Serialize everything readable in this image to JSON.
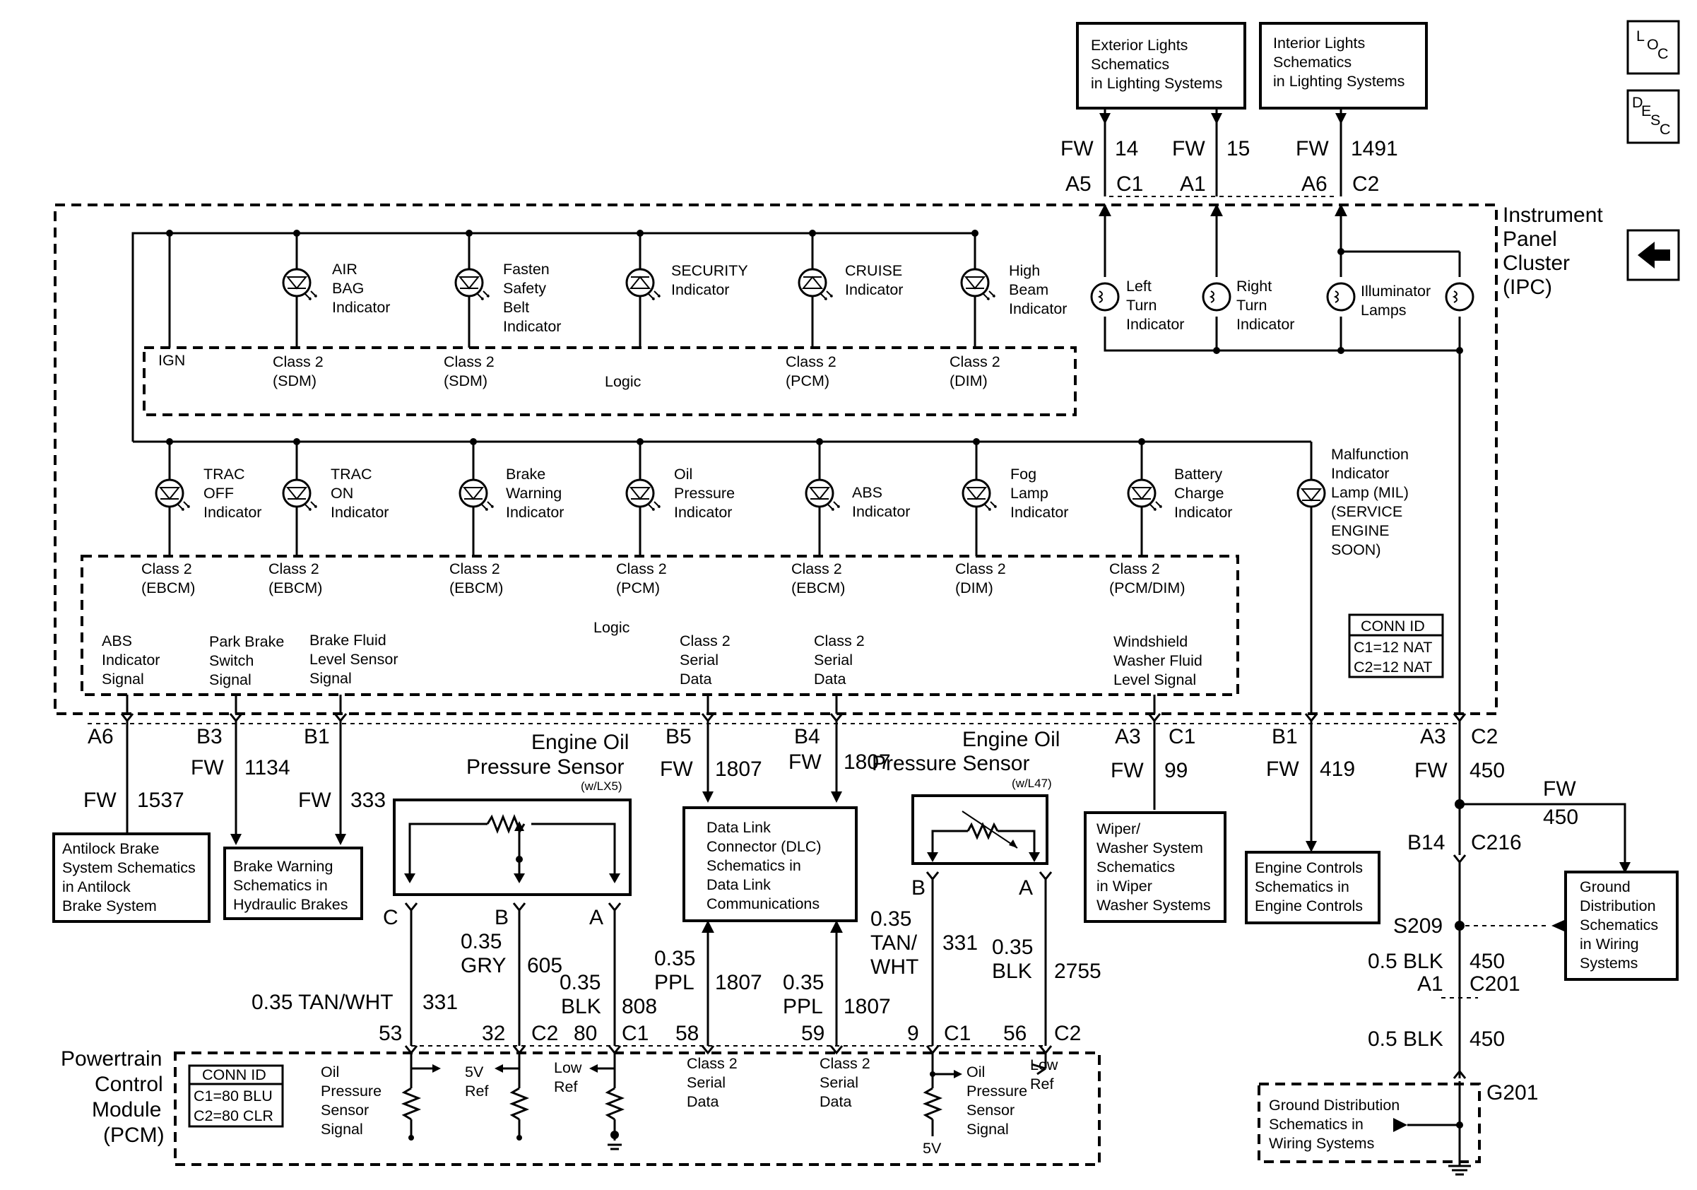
{
  "nav": {
    "loc": "LOC",
    "desc": "DESC",
    "back": "←"
  },
  "ipc": {
    "title": [
      "Instrument",
      "Panel",
      "Cluster",
      "(IPC)"
    ],
    "conn": {
      "header": "CONN ID",
      "c1": "C1=12 NAT",
      "c2": "C2=12 NAT"
    }
  },
  "refs": {
    "exterior": [
      "Exterior Lights",
      "Schematics",
      "in Lighting Systems"
    ],
    "interior": [
      "Interior Lights",
      "Schematics",
      "in Lighting Systems"
    ],
    "abs": [
      "Antilock Brake",
      "System Schematics",
      "in Antilock",
      "Brake System"
    ],
    "brake": [
      "Brake Warning",
      "Schematics in",
      "Hydraulic Brakes"
    ],
    "dlc": [
      "Data Link",
      "Connector (DLC)",
      "Schematics in",
      "Data Link",
      "Communications"
    ],
    "wiper": [
      "Wiper/",
      "Washer System",
      "Schematics",
      "in Wiper",
      "Washer Systems"
    ],
    "engine": [
      "Engine Controls",
      "Schematics in",
      "Engine Controls"
    ],
    "ground1": [
      "Ground",
      "Distribution",
      "Schematics",
      "in Wiring",
      "Systems"
    ],
    "ground2": [
      "Ground Distribution",
      "Schematics in",
      "Wiring Systems"
    ]
  },
  "upper_indicators": {
    "airbag": [
      "AIR",
      "BAG",
      "Indicator"
    ],
    "seatbelt": [
      "Fasten",
      "Safety",
      "Belt",
      "Indicator"
    ],
    "security": [
      "SECURITY",
      "Indicator"
    ],
    "cruise": [
      "CRUISE",
      "Indicator"
    ],
    "highbeam": [
      "High",
      "Beam",
      "Indicator"
    ]
  },
  "upper_logic": {
    "ign": "IGN",
    "c2_sdm1": [
      "Class 2",
      "(SDM)"
    ],
    "c2_sdm2": [
      "Class 2",
      "(SDM)"
    ],
    "logic": "Logic",
    "c2_pcm": [
      "Class 2",
      "(PCM)"
    ],
    "c2_dim": [
      "Class 2",
      "(DIM)"
    ]
  },
  "lamps": {
    "left": [
      "Left",
      "Turn",
      "Indicator"
    ],
    "right": [
      "Right",
      "Turn",
      "Indicator"
    ],
    "illum": [
      "Illuminator",
      "Lamps"
    ]
  },
  "lower_indicators": {
    "tracoff": [
      "TRAC",
      "OFF",
      "Indicator"
    ],
    "tracon": [
      "TRAC",
      "ON",
      "Indicator"
    ],
    "brakewarn": [
      "Brake",
      "Warning",
      "Indicator"
    ],
    "oilpress": [
      "Oil",
      "Pressure",
      "Indicator"
    ],
    "abs": [
      "ABS",
      "Indicator"
    ],
    "foglamp": [
      "Fog",
      "Lamp",
      "Indicator"
    ],
    "battery": [
      "Battery",
      "Charge",
      "Indicator"
    ],
    "mil": [
      "Malfunction",
      "Indicator",
      "Lamp (MIL)",
      "(SERVICE",
      "ENGINE",
      "SOON)"
    ]
  },
  "lower_logic": {
    "l1": [
      "Class 2",
      "(EBCM)"
    ],
    "l2": [
      "Class 2",
      "(EBCM)"
    ],
    "l3": [
      "Class 2",
      "(EBCM)"
    ],
    "l4": [
      "Class 2",
      "(PCM)"
    ],
    "l5": [
      "Class 2",
      "(EBCM)"
    ],
    "l6": [
      "Class 2",
      "(DIM)"
    ],
    "l7": [
      "Class 2",
      "(PCM/DIM)"
    ],
    "logic": "Logic",
    "abs_sig": [
      "ABS",
      "Indicator",
      "Signal"
    ],
    "park_sig": [
      "Park Brake",
      "Switch",
      "Signal"
    ],
    "fluid_sig": [
      "Brake Fluid",
      "Level Sensor",
      "Signal"
    ],
    "serial1": [
      "Class 2",
      "Serial",
      "Data"
    ],
    "serial2": [
      "Class 2",
      "Serial",
      "Data"
    ],
    "washer_sig": [
      "Windshield",
      "Washer Fluid",
      "Level Signal"
    ]
  },
  "top_wires": {
    "w1": {
      "fw": "FW",
      "circ": "14",
      "pin": "A5",
      "conn": "C1"
    },
    "w2": {
      "fw": "FW",
      "circ": "15",
      "pin": "A1"
    },
    "w3": {
      "fw": "FW",
      "circ": "1491",
      "pin": "A6",
      "conn": "C2"
    }
  },
  "ipc_pins": {
    "a6": {
      "pin": "A6",
      "fw": "FW",
      "circ": "1537"
    },
    "b3": {
      "pin": "B3",
      "fw": "FW",
      "circ": "1134"
    },
    "b1": {
      "pin": "B1",
      "fw": "FW",
      "circ": "333"
    },
    "b5": {
      "pin": "B5",
      "fw": "FW",
      "circ": "1807"
    },
    "b4": {
      "pin": "B4",
      "fw": "FW",
      "circ": "1807"
    },
    "a3c1": {
      "pin": "A3",
      "conn": "C1",
      "fw": "FW",
      "circ": "99"
    },
    "b1b": {
      "pin": "B1",
      "fw": "FW",
      "circ": "419"
    },
    "a3c2": {
      "pin": "A3",
      "conn": "C2",
      "fw": "FW",
      "circ": "450"
    }
  },
  "sensors": {
    "lx5": {
      "title": [
        "Engine Oil",
        "Pressure Sensor"
      ],
      "sub": "(w/LX5)"
    },
    "l47": {
      "title": [
        "Engine Oil",
        "Pressure Sensor"
      ],
      "sub": "(w/L47)"
    }
  },
  "sensor_wires": {
    "c": "C",
    "b": "B",
    "a": "A",
    "c_wire": "0.35 TAN/WHT",
    "c_circ": "331",
    "b_size": "0.35",
    "b_color": "GRY",
    "b_circ": "605",
    "a_size": "0.35",
    "a_color": "BLK",
    "a_circ": "808",
    "b2": "B",
    "a2": "A",
    "l47_b": [
      "0.35",
      "TAN/",
      "WHT"
    ],
    "l47_b_circ": "331",
    "l47_a": [
      "0.35",
      "BLK"
    ],
    "l47_a_circ": "2755",
    "dlc_w1": [
      "0.35",
      "PPL"
    ],
    "dlc_c1": "1807",
    "dlc_w2": [
      "0.35",
      "PPL"
    ],
    "dlc_c2": "1807"
  },
  "pcm": {
    "title": [
      "Powertrain",
      "Control",
      "Module",
      "(PCM)"
    ],
    "conn": {
      "header": "CONN ID",
      "c1": "C1=80 BLU",
      "c2": "C2=80 CLR"
    },
    "pins": {
      "p53": "53",
      "p32": "32",
      "c2a": "C2",
      "p80": "80",
      "c1a": "C1",
      "p58": "58",
      "p59": "59",
      "p9": "9",
      "c1b": "C1",
      "p56": "56",
      "c2b": "C2"
    },
    "labels": {
      "oil1": [
        "Oil",
        "Pressure",
        "Sensor",
        "Signal"
      ],
      "ref5": [
        "5V",
        "Ref"
      ],
      "lowref1": [
        "Low",
        "Ref"
      ],
      "serial1": [
        "Class 2",
        "Serial",
        "Data"
      ],
      "serial2": [
        "Class 2",
        "Serial",
        "Data"
      ],
      "oil2": [
        "Oil",
        "Pressure",
        "Sensor",
        "Signal"
      ],
      "v5": "5V",
      "lowref2": [
        "Low",
        "Ref"
      ]
    }
  },
  "ground": {
    "fw": "FW",
    "circ": "450",
    "b14": "B14",
    "c216": "C216",
    "s209": "S209",
    "blk1": "0.5 BLK",
    "c1": "450",
    "a1": "A1",
    "c201": "C201",
    "blk2": "0.5 BLK",
    "c2": "450",
    "g201": "G201"
  }
}
